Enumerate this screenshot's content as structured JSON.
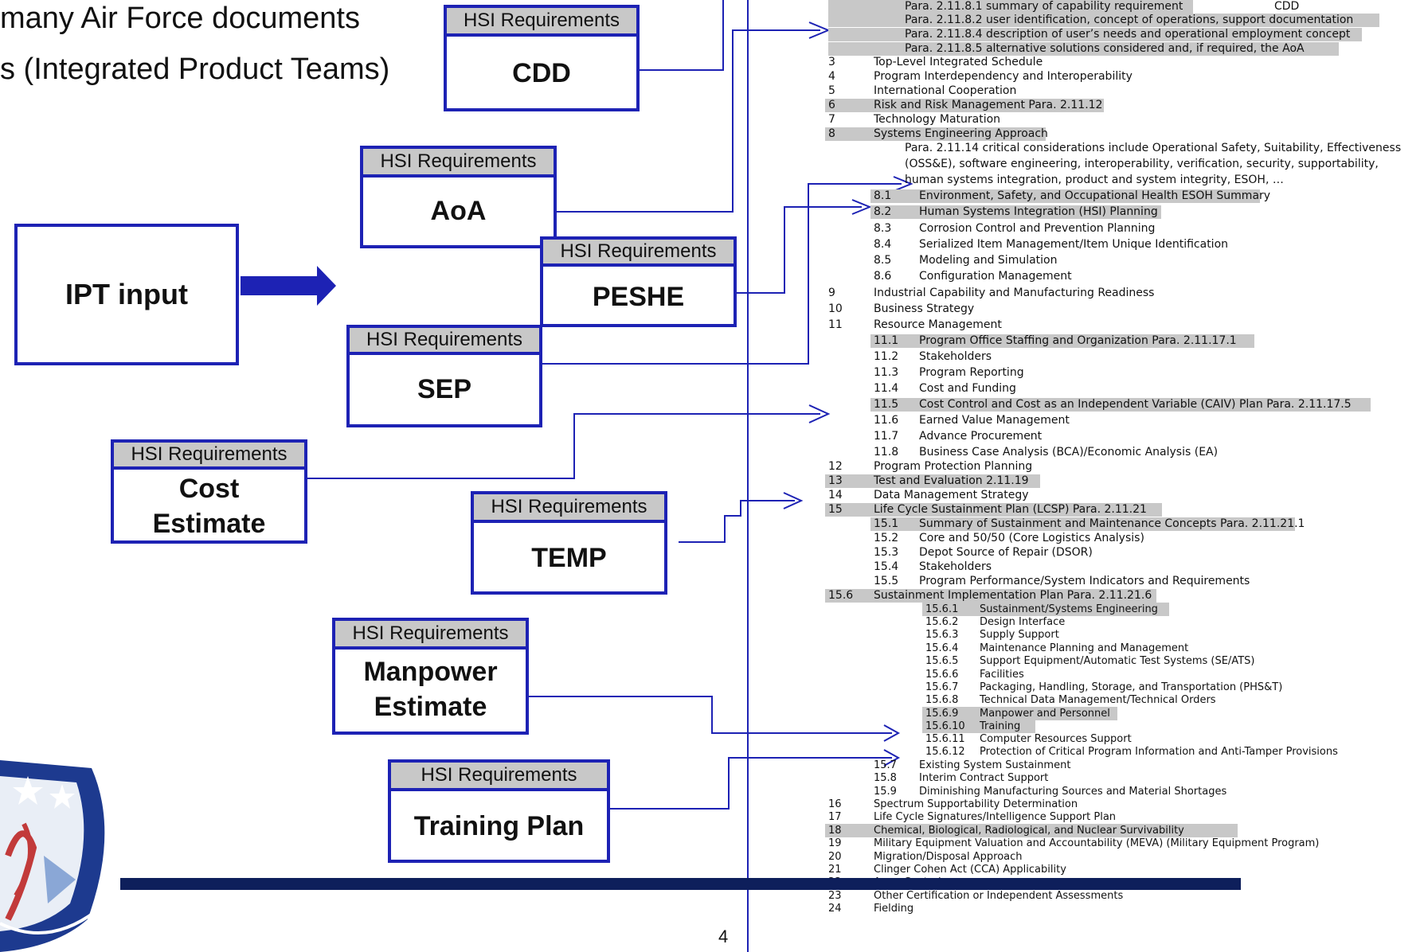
{
  "header": {
    "line1": "many  Air Force documents",
    "line2": "s (Integrated Product Teams)"
  },
  "ipt": {
    "label": "IPT input"
  },
  "docs": {
    "cdd": {
      "caption": "HSI Requirements",
      "name": "CDD"
    },
    "aoa": {
      "caption": "HSI Requirements",
      "name": "AoA"
    },
    "peshe": {
      "caption": "HSI Requirements",
      "name": "PESHE"
    },
    "sep": {
      "caption": "HSI Requirements",
      "name": "SEP"
    },
    "cost": {
      "caption": "HSI Requirements",
      "name1": "Cost",
      "name2": "Estimate"
    },
    "temp": {
      "caption": "HSI Requirements",
      "name": "TEMP"
    },
    "manpower": {
      "caption": "HSI Requirements",
      "name1": "Manpower",
      "name2": "Estimate"
    },
    "training": {
      "caption": "HSI Requirements",
      "name": "Training Plan"
    }
  },
  "toc": [
    {
      "num": "",
      "text": "Para. 2.11.8.1 summary of capability requirement",
      "extra": "CDD",
      "hl": true
    },
    {
      "num": "",
      "text": "Para. 2.11.8.2 user identification, concept of operations, support documentation",
      "hl": true
    },
    {
      "num": "",
      "text": "Para. 2.11.8.4 description of user’s needs and operational employment concept",
      "hl": true
    },
    {
      "num": "",
      "text": "Para. 2.11.8.5 alternative solutions considered and, if required, the AoA",
      "hl": true
    },
    {
      "num": "3",
      "text": "Top-Level Integrated Schedule",
      "hl": false
    },
    {
      "num": "4",
      "text": "Program Interdependency and Interoperability",
      "hl": false
    },
    {
      "num": "5",
      "text": "International Cooperation",
      "hl": false
    },
    {
      "num": "6",
      "text": "Risk and Risk Management Para. 2.11.12",
      "hl": true
    },
    {
      "num": "7",
      "text": "Technology Maturation",
      "hl": false
    },
    {
      "num": "8",
      "text": "Systems Engineering Approach",
      "hl": true
    },
    {
      "num": "",
      "text": "Para. 2.11.14 critical considerations include Operational Safety, Suitability, Effectiveness",
      "hl": false
    },
    {
      "num": "",
      "text": "(OSS&E), software engineering, interoperability, verification, security, supportability,",
      "hl": false
    },
    {
      "num": "",
      "text": "human systems integration, product and system integrity, ESOH, …",
      "hl": false
    },
    {
      "num": "8.1",
      "text": "Environment, Safety, and Occupational Health ESOH Summary",
      "hl": true
    },
    {
      "num": "8.2",
      "text": "Human Systems Integration (HSI) Planning",
      "hl": true
    },
    {
      "num": "8.3",
      "text": "Corrosion Control and Prevention Planning",
      "hl": false
    },
    {
      "num": "8.4",
      "text": "Serialized Item Management/Item Unique Identification",
      "hl": false
    },
    {
      "num": "8.5",
      "text": "Modeling and Simulation",
      "hl": false
    },
    {
      "num": "8.6",
      "text": "Configuration Management",
      "hl": false
    },
    {
      "num": "9",
      "text": "Industrial Capability and Manufacturing Readiness",
      "hl": false
    },
    {
      "num": "10",
      "text": "Business Strategy",
      "hl": false
    },
    {
      "num": "11",
      "text": "Resource Management",
      "hl": false
    },
    {
      "num": "11.1",
      "text": "Program Office Staffing and Organization Para. 2.11.17.1",
      "hl": true
    },
    {
      "num": "11.2",
      "text": "Stakeholders",
      "hl": false
    },
    {
      "num": "11.3",
      "text": "Program Reporting",
      "hl": false
    },
    {
      "num": "11.4",
      "text": "Cost and Funding",
      "hl": false
    },
    {
      "num": "11.5",
      "text": "Cost Control and Cost as an Independent Variable (CAIV) Plan Para. 2.11.17.5",
      "hl": true
    },
    {
      "num": "11.6",
      "text": "Earned Value Management",
      "hl": false
    },
    {
      "num": "11.7",
      "text": "Advance Procurement",
      "hl": false
    },
    {
      "num": "11.8",
      "text": "Business Case Analysis (BCA)/Economic Analysis (EA)",
      "hl": false
    },
    {
      "num": "12",
      "text": "Program Protection Planning",
      "hl": false
    },
    {
      "num": "13",
      "text": "Test and Evaluation 2.11.19",
      "hl": true
    },
    {
      "num": "14",
      "text": "Data Management Strategy",
      "hl": false
    },
    {
      "num": "15",
      "text": "Life Cycle Sustainment Plan (LCSP) Para. 2.11.21",
      "hl": true
    },
    {
      "num": "15.1",
      "text": "Summary of Sustainment and Maintenance Concepts Para. 2.11.21.1",
      "hl": true
    },
    {
      "num": "15.2",
      "text": "Core and 50/50 (Core Logistics Analysis)",
      "hl": false
    },
    {
      "num": "15.3",
      "text": "Depot Source of Repair (DSOR)",
      "hl": false
    },
    {
      "num": "15.4",
      "text": "Stakeholders",
      "hl": false
    },
    {
      "num": "15.5",
      "text": "Program Performance/System Indicators and Requirements",
      "hl": false
    },
    {
      "num": "15.6",
      "text": "Sustainment Implementation Plan Para. 2.11.21.6",
      "hl": true
    },
    {
      "num": "15.6.1",
      "text": "Sustainment/Systems Engineering",
      "hl": true
    },
    {
      "num": "15.6.2",
      "text": "Design Interface",
      "hl": false
    },
    {
      "num": "15.6.3",
      "text": "Supply Support",
      "hl": false
    },
    {
      "num": "15.6.4",
      "text": "Maintenance Planning and Management",
      "hl": false
    },
    {
      "num": "15.6.5",
      "text": "Support Equipment/Automatic Test Systems (SE/ATS)",
      "hl": false
    },
    {
      "num": "15.6.6",
      "text": "Facilities",
      "hl": false
    },
    {
      "num": "15.6.7",
      "text": "Packaging, Handling, Storage, and Transportation (PHS&T)",
      "hl": false
    },
    {
      "num": "15.6.8",
      "text": "Technical Data Management/Technical Orders",
      "hl": false
    },
    {
      "num": "15.6.9",
      "text": "Manpower and Personnel",
      "hl": true
    },
    {
      "num": "15.6.10",
      "text": "Training",
      "hl": true
    },
    {
      "num": "15.6.11",
      "text": "Computer Resources Support",
      "hl": false
    },
    {
      "num": "15.6.12",
      "text": "Protection of Critical Program Information and Anti-Tamper Provisions",
      "hl": false
    },
    {
      "num": "15.7",
      "text": "Existing System Sustainment",
      "hl": false
    },
    {
      "num": "15.8",
      "text": "Interim Contract Support",
      "hl": false
    },
    {
      "num": "15.9",
      "text": "Diminishing Manufacturing Sources and Material Shortages",
      "hl": false
    },
    {
      "num": "16",
      "text": "Spectrum Supportability Determination",
      "hl": false
    },
    {
      "num": "17",
      "text": "Life Cycle Signatures/Intelligence Support Plan",
      "hl": false
    },
    {
      "num": "18",
      "text": "Chemical, Biological, Radiological, and Nuclear Survivability",
      "hl": true
    },
    {
      "num": "19",
      "text": "Military Equipment Valuation and Accountability (MEVA) (Military Equipment Program)",
      "hl": false
    },
    {
      "num": "20",
      "text": "Migration/Disposal Approach",
      "hl": false
    },
    {
      "num": "21",
      "text": "Clinger Cohen Act (CCA) Applicability",
      "hl": false
    },
    {
      "num": "22",
      "text": "Arms Control",
      "hl": false
    },
    {
      "num": "23",
      "text": "Other Certification or Independent Assessments",
      "hl": false
    },
    {
      "num": "24",
      "text": "Fielding",
      "hl": false
    }
  ],
  "footer": {
    "page_number": "4"
  },
  "colors": {
    "accent_blue": "#1d22b4",
    "caption_gray": "#c8c8c8",
    "footer_bar": "#0e1f5b"
  }
}
